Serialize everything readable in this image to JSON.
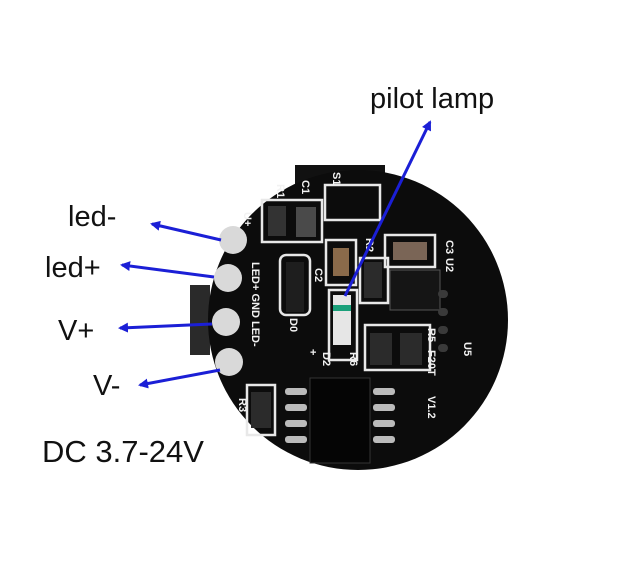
{
  "annotations": {
    "pilot_lamp": "pilot lamp",
    "led_minus": "led-",
    "led_plus": "led+",
    "v_plus": "V+",
    "v_minus": "V-",
    "voltage": "DC 3.7-24V"
  },
  "silkscreen": {
    "pads": "LED+ GND LED-",
    "u_plus": "U+",
    "r1": "R1",
    "c1": "C1",
    "s1": "S1",
    "c2": "C2",
    "d0": "D0",
    "r2": "R2",
    "u2": "U2",
    "c3": "C3",
    "d2": "D2",
    "r6": "R6",
    "r5": "R5",
    "model": "F20T",
    "version": "V1.2",
    "r3": "R3",
    "u5": "U5",
    "plus": "+"
  },
  "colors": {
    "arrow": "#1b1fd6",
    "board": "#0c0c0c",
    "pad": "#d9d9d9",
    "lamp_stripe": "#1aa07a"
  }
}
